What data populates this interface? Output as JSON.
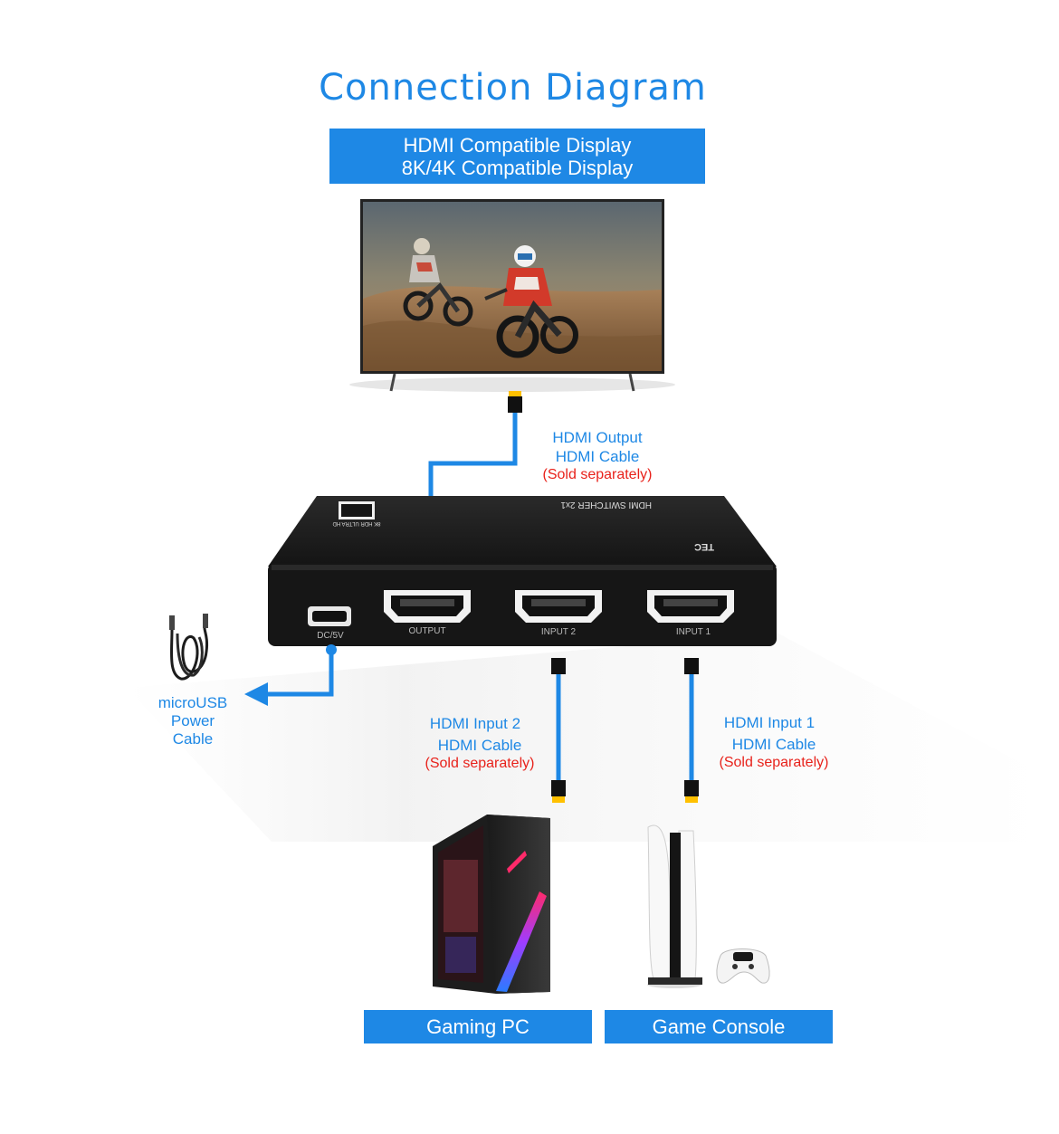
{
  "title": "Connection Diagram",
  "display": {
    "line1": "HDMI Compatible Display",
    "line2": "8K/4K Compatible Display"
  },
  "switch": {
    "brand": "TEC",
    "model_text": "HDMI SWITCHER 2x1",
    "badge": "8K HDR ULTRA HD",
    "ports": [
      "DC/5V",
      "OUTPUT",
      "INPUT 2",
      "INPUT 1"
    ]
  },
  "labels": {
    "output": {
      "line1": "HDMI Output",
      "line2": "HDMI Cable",
      "line3": "(Sold separately)"
    },
    "input2": {
      "line1": "HDMI Input 2",
      "line2": "HDMI Cable",
      "line3": "(Sold separately)"
    },
    "input1": {
      "line1": "HDMI Input 1",
      "line2": "HDMI Cable",
      "line3": "(Sold separately)"
    },
    "power": {
      "line1": "microUSB",
      "line2": "Power",
      "line3": "Cable"
    }
  },
  "devices": {
    "pc": "Gaming PC",
    "console": "Game Console"
  },
  "colors": {
    "accent": "#1e88e5",
    "note": "#e8221b",
    "connector": "#ffc000"
  }
}
